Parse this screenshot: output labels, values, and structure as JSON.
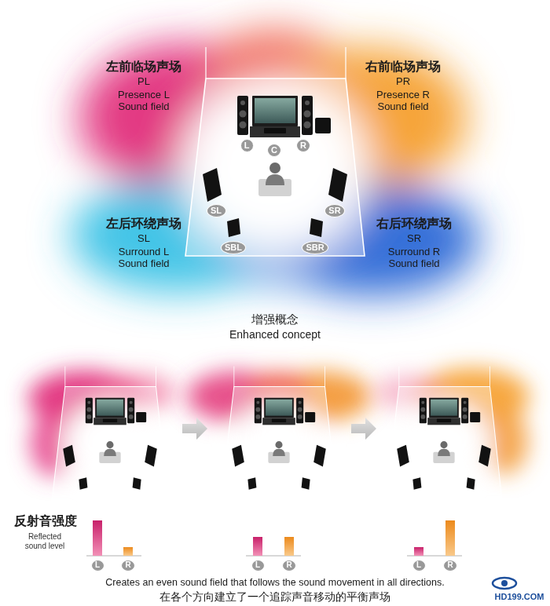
{
  "diagram": {
    "caption": "Creates an even sound field that follows the sound movement in all directions.",
    "nodes": [
      {
        "text": [
          "L"
        ]
      },
      {
        "text": [
          "C"
        ]
      },
      {
        "text": [
          "R"
        ]
      },
      {
        "text": [
          "SL"
        ]
      },
      {
        "text": [
          "SR"
        ]
      },
      {
        "text": [
          "SBL"
        ]
      },
      {
        "text": [
          "SBR"
        ]
      },
      {
        "text": [
          "L"
        ]
      },
      {
        "text": [
          "R"
        ]
      },
      {
        "text": [
          "L"
        ]
      },
      {
        "text": [
          "R"
        ]
      },
      {
        "text": [
          "L"
        ]
      },
      {
        "text": [
          "R"
        ]
      }
    ],
    "labels": [
      "左前临场声场",
      "PL",
      "Presence L Sound field",
      "右前临场声场",
      "PR",
      "Presence R Sound field",
      "左后环绕声场",
      "SL",
      "Surround L Sound field",
      "右后环绕声场",
      "SR",
      "Surround R Sound field",
      "增强概念",
      "Enhanced concept",
      "反射音强度",
      "Reflected sound level",
      "在各个方向建立了一个追踪声音移动的平衡声场",
      "HD199.COM"
    ]
  }
}
